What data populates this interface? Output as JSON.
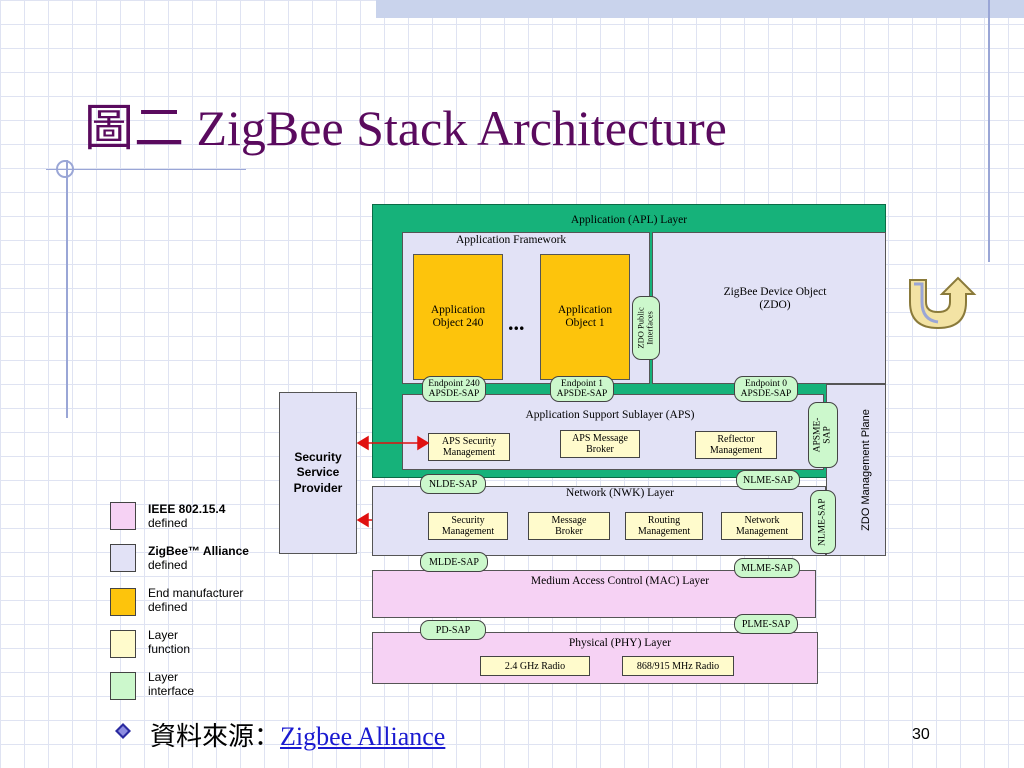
{
  "slide": {
    "title": "圖二  ZigBee Stack Architecture",
    "page_number": "30",
    "source_label": "資料來源：",
    "source_link": "Zigbee Alliance"
  },
  "diagram": {
    "apl_layer": "Application (APL) Layer",
    "app_framework": "Application Framework",
    "app_object_240": [
      "Application",
      "Object 240"
    ],
    "ellipsis": "...",
    "app_object_1": [
      "Application",
      "Object 1"
    ],
    "zdo_public_interfaces": [
      "ZDO Public",
      "Interfaces"
    ],
    "zdo": [
      "ZigBee Device Object",
      "(ZDO)"
    ],
    "endpoint_240": [
      "Endpoint 240",
      "APSDE-SAP"
    ],
    "endpoint_1": [
      "Endpoint 1",
      "APSDE-SAP"
    ],
    "endpoint_0": [
      "Endpoint 0",
      "APSDE-SAP"
    ],
    "aps": "Application Support Sublayer (APS)",
    "aps_security": [
      "APS Security",
      "Management"
    ],
    "aps_message_broker": [
      "APS Message",
      "Broker"
    ],
    "reflector": [
      "Reflector",
      "Management"
    ],
    "apsme_sap": [
      "APSME-",
      "SAP"
    ],
    "zdo_management_plane": "ZDO Management Plane",
    "security_service_provider": [
      "Security",
      "Service",
      "Provider"
    ],
    "nlde_sap": "NLDE-SAP",
    "nlme_sap": "NLME-SAP",
    "nlme_sap_vertical": "NLME-SAP",
    "nwk_layer": "Network (NWK) Layer",
    "nwk_security": [
      "Security",
      "Management"
    ],
    "nwk_message_broker": [
      "Message",
      "Broker"
    ],
    "routing": [
      "Routing",
      "Management"
    ],
    "network_mgmt": [
      "Network",
      "Management"
    ],
    "mlde_sap": "MLDE-SAP",
    "mlme_sap": "MLME-SAP",
    "mac_layer": "Medium Access Control (MAC) Layer",
    "pd_sap": "PD-SAP",
    "plme_sap": "PLME-SAP",
    "phy_layer": "Physical (PHY) Layer",
    "radio_24": "2.4 GHz Radio",
    "radio_868": "868/915 MHz Radio"
  },
  "legend": [
    {
      "lines": [
        "IEEE 802.15.4",
        "defined"
      ],
      "color": "#f6d2f4"
    },
    {
      "lines": [
        "ZigBee™ Alliance",
        "defined"
      ],
      "color": "#e2e2f6"
    },
    {
      "lines": [
        "End manufacturer",
        "defined"
      ],
      "color": "#fdc40c"
    },
    {
      "lines": [
        "Layer",
        "function"
      ],
      "color": "#fffbcc"
    },
    {
      "lines": [
        "Layer",
        "interface"
      ],
      "color": "#ccf8cc"
    }
  ],
  "colors": {
    "title": "#5a0a5e",
    "apl_green": "#16b27a",
    "arrow_red": "#e01010",
    "link_blue": "#1a1ad0"
  }
}
